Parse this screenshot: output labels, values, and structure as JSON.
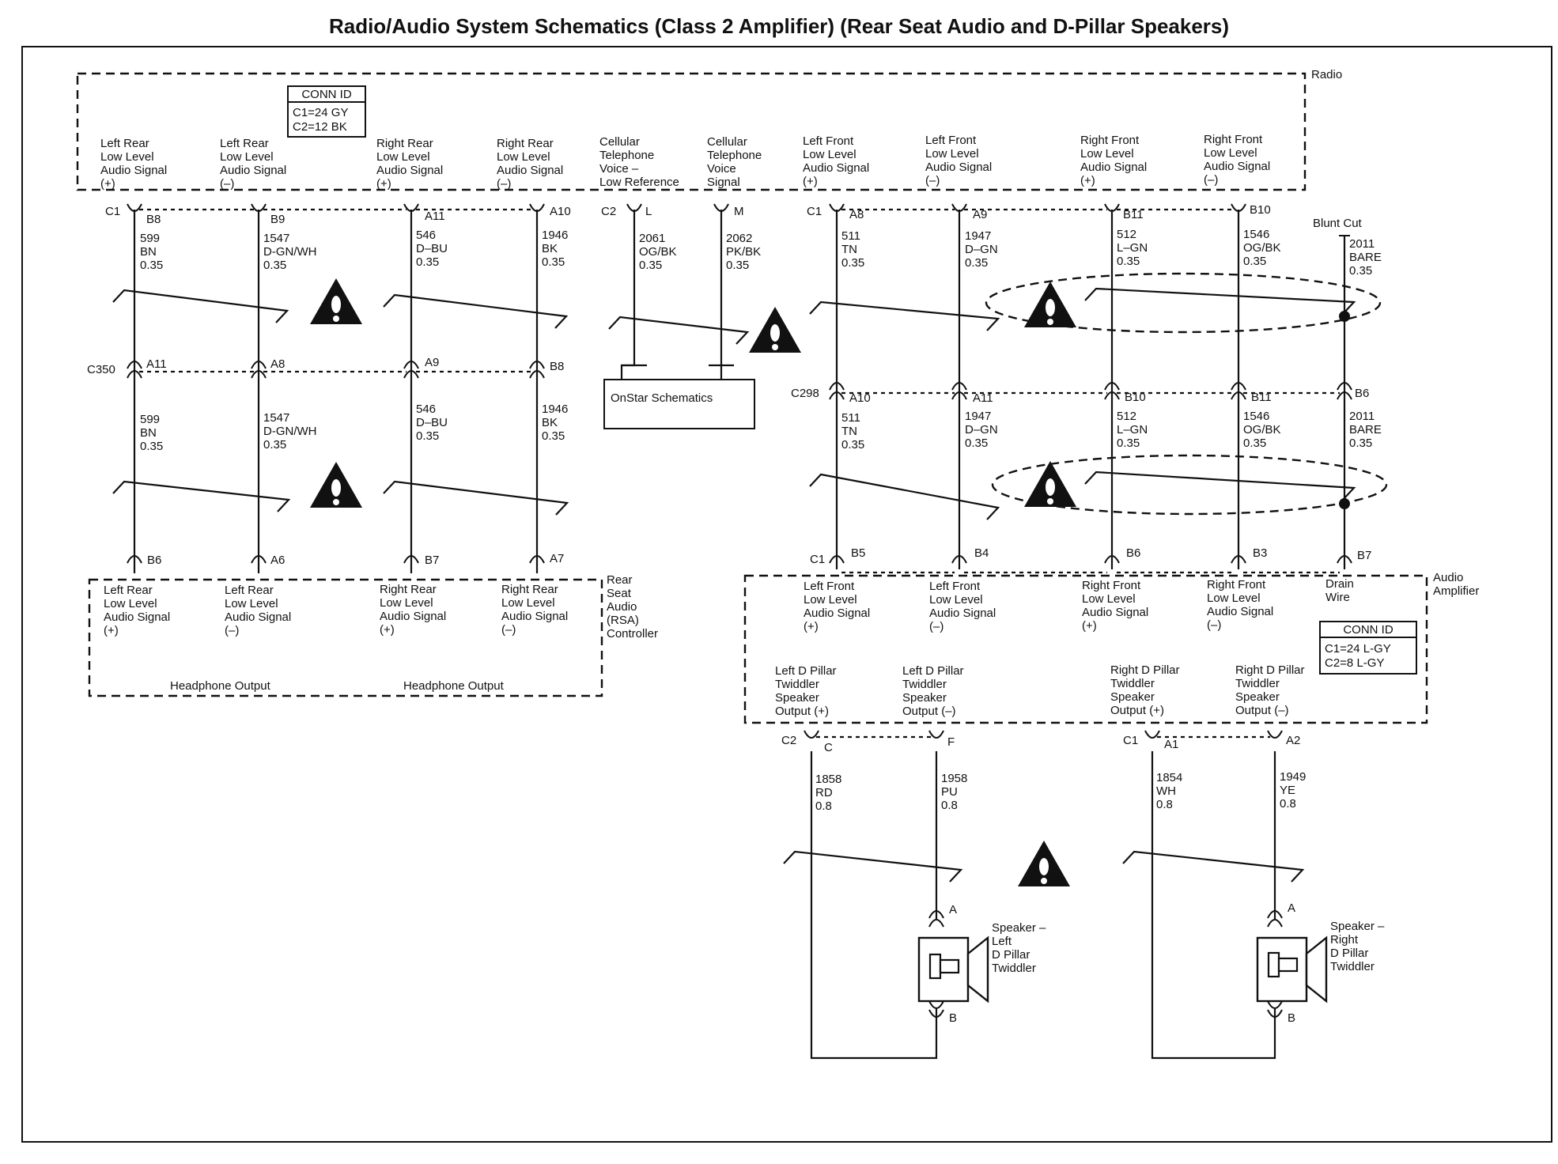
{
  "title": "Radio/Audio System Schematics (Class 2 Amplifier) (Rear Seat Audio and D-Pillar Speakers)",
  "radio": {
    "name": "Radio",
    "conn_id": {
      "header": "CONN ID",
      "lines": [
        "C1=24 GY",
        "C2=12 BK"
      ]
    },
    "signals": [
      [
        "Left Rear",
        "Low Level",
        "Audio Signal",
        "(+)"
      ],
      [
        "Left Rear",
        "Low Level",
        "Audio Signal",
        "(–)"
      ],
      [
        "Right Rear",
        "Low Level",
        "Audio Signal",
        "(+)"
      ],
      [
        "Right Rear",
        "Low Level",
        "Audio Signal",
        "(–)"
      ],
      [
        "Cellular",
        "Telephone",
        "Voice –",
        "Low Reference"
      ],
      [
        "Cellular",
        "Telephone",
        "Voice",
        "Signal"
      ],
      [
        "Left Front",
        "Low Level",
        "Audio Signal",
        "(+)"
      ],
      [
        "Left Front",
        "Low Level",
        "Audio Signal",
        "(–)"
      ],
      [
        "Right Front",
        "Low Level",
        "Audio Signal",
        "(+)"
      ],
      [
        "Right Front",
        "Low Level",
        "Audio Signal",
        "(–)"
      ]
    ],
    "connectors": [
      "C1",
      "C2",
      "C1"
    ],
    "pins": [
      "B8",
      "B9",
      "A11",
      "A10",
      "L",
      "M",
      "A8",
      "A9",
      "B11",
      "B10"
    ]
  },
  "wires_upper": [
    [
      "599",
      "BN",
      "0.35"
    ],
    [
      "1547",
      "D-GN/WH",
      "0.35"
    ],
    [
      "546",
      "D–BU",
      "0.35"
    ],
    [
      "1946",
      "BK",
      "0.35"
    ],
    [
      "2061",
      "OG/BK",
      "0.35"
    ],
    [
      "2062",
      "PK/BK",
      "0.35"
    ],
    [
      "511",
      "TN",
      "0.35"
    ],
    [
      "1947",
      "D–GN",
      "0.35"
    ],
    [
      "512",
      "L–GN",
      "0.35"
    ],
    [
      "1546",
      "OG/BK",
      "0.35"
    ],
    [
      "2011",
      "BARE",
      "0.35"
    ]
  ],
  "blunt_cut": "Blunt Cut",
  "c350": {
    "name": "C350",
    "pins": [
      "A11",
      "A8",
      "A9",
      "B8"
    ]
  },
  "wires_c350": [
    [
      "599",
      "BN",
      "0.35"
    ],
    [
      "1547",
      "D-GN/WH",
      "0.35"
    ],
    [
      "546",
      "D–BU",
      "0.35"
    ],
    [
      "1946",
      "BK",
      "0.35"
    ]
  ],
  "onstar": "OnStar Schematics",
  "c298": {
    "name": "C298",
    "pins": [
      "A10",
      "A11",
      "B10",
      "B11",
      "B6"
    ]
  },
  "wires_c298": [
    [
      "511",
      "TN",
      "0.35"
    ],
    [
      "1947",
      "D–GN",
      "0.35"
    ],
    [
      "512",
      "L–GN",
      "0.35"
    ],
    [
      "1546",
      "OG/BK",
      "0.35"
    ],
    [
      "2011",
      "BARE",
      "0.35"
    ]
  ],
  "rsa": {
    "name": [
      "Rear",
      "Seat",
      "Audio",
      "(RSA)",
      "Controller"
    ],
    "pins": [
      "B6",
      "A6",
      "B7",
      "A7"
    ],
    "signals": [
      [
        "Left Rear",
        "Low Level",
        "Audio Signal",
        "(+)"
      ],
      [
        "Left Rear",
        "Low Level",
        "Audio Signal",
        "(–)"
      ],
      [
        "Right Rear",
        "Low Level",
        "Audio Signal",
        "(+)"
      ],
      [
        "Right Rear",
        "Low Level",
        "Audio Signal",
        "(–)"
      ]
    ],
    "outputs": [
      "Headphone Output",
      "Headphone Output"
    ]
  },
  "amplifier": {
    "name": [
      "Audio",
      "Amplifier"
    ],
    "connector_top": "C1",
    "pins_top": [
      "B5",
      "B4",
      "B6",
      "B3",
      "B7"
    ],
    "signals_top": [
      [
        "Left Front",
        "Low Level",
        "Audio Signal",
        "(+)"
      ],
      [
        "Left Front",
        "Low Level",
        "Audio Signal",
        "(–)"
      ],
      [
        "Right Front",
        "Low Level",
        "Audio Signal",
        "(+)"
      ],
      [
        "Right Front",
        "Low Level",
        "Audio Signal",
        "(–)"
      ],
      [
        "Drain",
        "Wire"
      ]
    ],
    "conn_id": {
      "header": "CONN ID",
      "lines": [
        "C1=24 L-GY",
        "C2=8 L-GY"
      ]
    },
    "signals_bottom": [
      [
        "Left D Pillar",
        "Twiddler",
        "Speaker",
        "Output (+)"
      ],
      [
        "Left D Pillar",
        "Twiddler",
        "Speaker",
        "Output (–)"
      ],
      [
        "Right D Pillar",
        "Twiddler",
        "Speaker",
        "Output (+)"
      ],
      [
        "Right D Pillar",
        "Twiddler",
        "Speaker",
        "Output (–)"
      ]
    ],
    "connectors_bottom": [
      "C2",
      "C1"
    ],
    "pins_bottom": [
      "C",
      "F",
      "A1",
      "A2"
    ]
  },
  "wires_speakers": [
    [
      "1858",
      "RD",
      "0.8"
    ],
    [
      "1958",
      "PU",
      "0.8"
    ],
    [
      "1854",
      "WH",
      "0.8"
    ],
    [
      "1949",
      "YE",
      "0.8"
    ]
  ],
  "speakers": [
    {
      "name": [
        "Speaker –",
        "Left",
        "D Pillar",
        "Twiddler"
      ],
      "pins": [
        "A",
        "B"
      ]
    },
    {
      "name": [
        "Speaker –",
        "Right",
        "D Pillar",
        "Twiddler"
      ],
      "pins": [
        "A",
        "B"
      ]
    }
  ]
}
